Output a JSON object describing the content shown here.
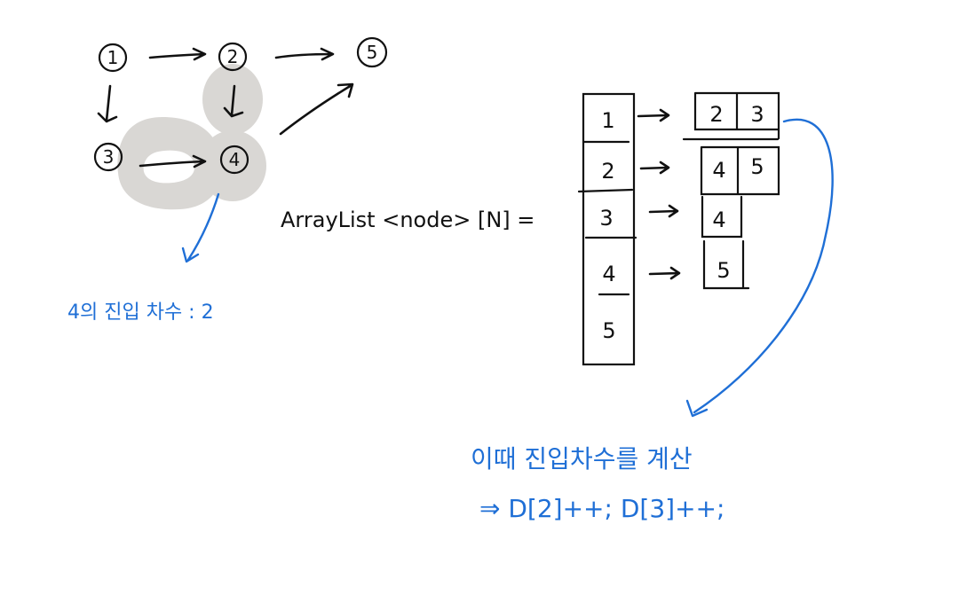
{
  "graph": {
    "nodes": [
      "1",
      "2",
      "5",
      "3",
      "4"
    ],
    "highlight_color": "#d9d7d4"
  },
  "annotation": {
    "indegree_label": "4의 진입 차수 : 2",
    "color": "#1f6fd6"
  },
  "array": {
    "declaration": "ArrayList <node> [N] =",
    "indices": [
      "1",
      "2",
      "3",
      "4",
      "5"
    ],
    "lists": [
      [
        "2",
        "3"
      ],
      [
        "4",
        "5"
      ],
      [
        "4"
      ],
      [
        "5"
      ]
    ]
  },
  "note": {
    "line1": "이때 진입차수를 계산",
    "line2": "⇒ D[2]++; D[3]++;",
    "color": "#1f6fd6"
  }
}
